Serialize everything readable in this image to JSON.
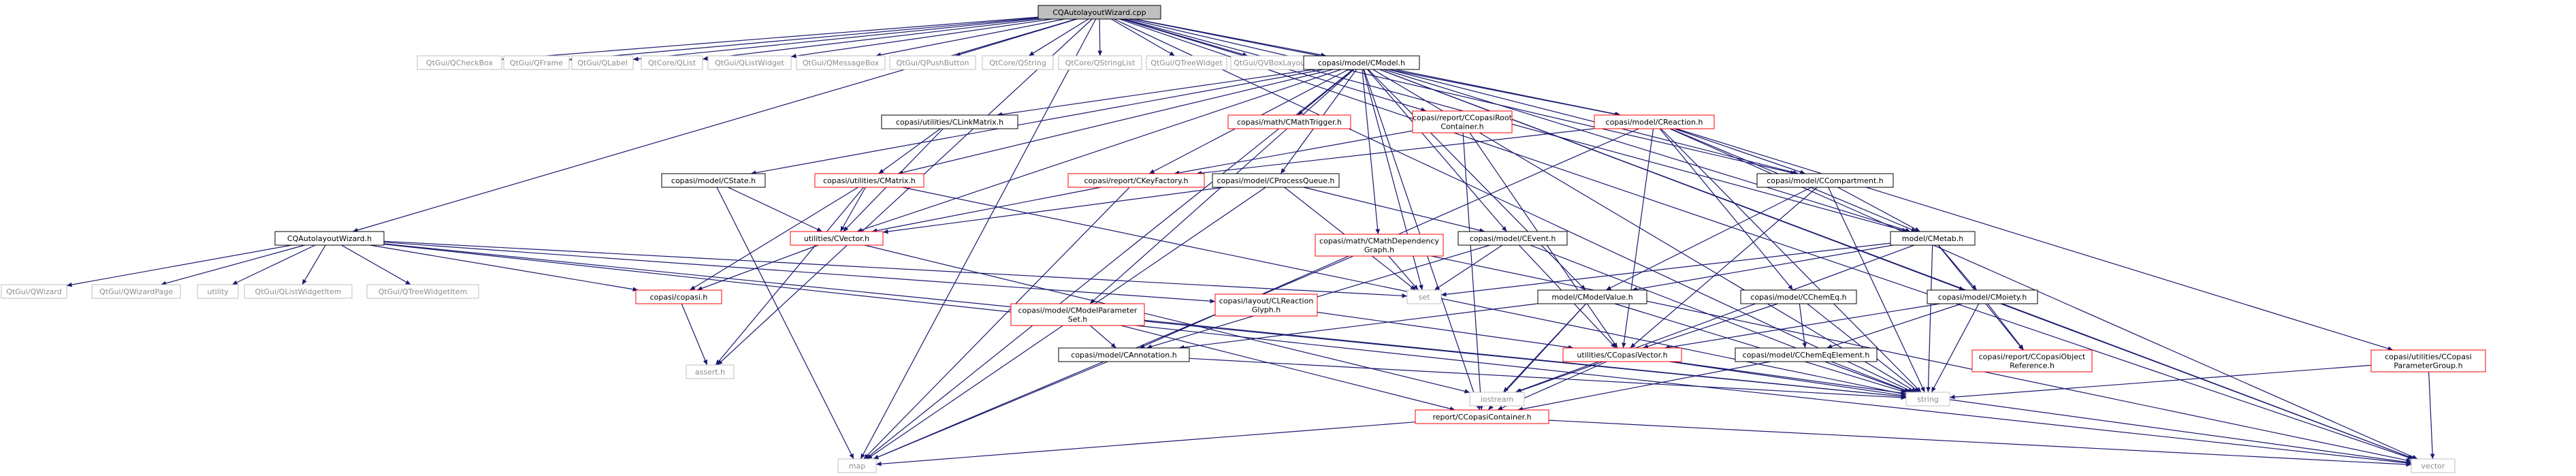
{
  "colors": {
    "edge": "#191970",
    "border_normal": "#000000",
    "border_red": "#ff0000",
    "border_gray": "#bfbfbf",
    "fill_root": "#bfbfbf",
    "fill_normal": "#ffffff",
    "text_dim": "#8c8c8c"
  },
  "graph": {
    "root": "CQAutolayoutWizard.cpp",
    "nodes": [
      {
        "id": "root",
        "label": [
          "CQAutolayoutWizard.cpp"
        ],
        "style": "root"
      },
      {
        "id": "qcheckbox",
        "label": [
          "QtGui/QCheckBox"
        ],
        "style": "gray"
      },
      {
        "id": "qframe",
        "label": [
          "QtGui/QFrame"
        ],
        "style": "gray"
      },
      {
        "id": "qlabel",
        "label": [
          "QtGui/QLabel"
        ],
        "style": "gray"
      },
      {
        "id": "qlist",
        "label": [
          "QtCore/QList"
        ],
        "style": "gray"
      },
      {
        "id": "qlistwidget",
        "label": [
          "QtGui/QListWidget"
        ],
        "style": "gray"
      },
      {
        "id": "qmessagebox",
        "label": [
          "QtGui/QMessageBox"
        ],
        "style": "gray"
      },
      {
        "id": "qpushbutton",
        "label": [
          "QtGui/QPushButton"
        ],
        "style": "gray"
      },
      {
        "id": "qstring",
        "label": [
          "QtCore/QString"
        ],
        "style": "gray"
      },
      {
        "id": "qstringlist",
        "label": [
          "QtCore/QStringList"
        ],
        "style": "gray"
      },
      {
        "id": "qtreewidget",
        "label": [
          "QtGui/QTreeWidget"
        ],
        "style": "gray"
      },
      {
        "id": "qvboxlayout",
        "label": [
          "QtGui/QVBoxLayout"
        ],
        "style": "gray"
      },
      {
        "id": "cmodel",
        "label": [
          "copasi/model/CModel.h"
        ],
        "style": "normal"
      },
      {
        "id": "rootcontainer",
        "label": [
          "copasi/report/CCopasiRoot",
          "Container.h"
        ],
        "style": "red"
      },
      {
        "id": "creaction",
        "label": [
          "copasi/model/CReaction.h"
        ],
        "style": "red"
      },
      {
        "id": "clinkmatrix",
        "label": [
          "copasi/utilities/CLinkMatrix.h"
        ],
        "style": "normal"
      },
      {
        "id": "cmathtrigger",
        "label": [
          "copasi/math/CMathTrigger.h"
        ],
        "style": "red"
      },
      {
        "id": "ckeyfactory",
        "label": [
          "copasi/report/CKeyFactory.h"
        ],
        "style": "red"
      },
      {
        "id": "cprocessqueue",
        "label": [
          "copasi/model/CProcessQueue.h"
        ],
        "style": "normal"
      },
      {
        "id": "cstate",
        "label": [
          "copasi/model/CState.h"
        ],
        "style": "normal"
      },
      {
        "id": "cmatrix",
        "label": [
          "copasi/utilities/CMatrix.h"
        ],
        "style": "red"
      },
      {
        "id": "ccompartment",
        "label": [
          "copasi/model/CCompartment.h"
        ],
        "style": "normal"
      },
      {
        "id": "cqwizardh",
        "label": [
          "CQAutolayoutWizard.h"
        ],
        "style": "normal"
      },
      {
        "id": "cvector",
        "label": [
          "utilities/CVector.h"
        ],
        "style": "red"
      },
      {
        "id": "cmathdep",
        "label": [
          "copasi/math/CMathDependency",
          "Graph.h"
        ],
        "style": "red"
      },
      {
        "id": "cevent",
        "label": [
          "copasi/model/CEvent.h"
        ],
        "style": "normal"
      },
      {
        "id": "cmetab",
        "label": [
          "model/CMetab.h"
        ],
        "style": "normal"
      },
      {
        "id": "qwizard",
        "label": [
          "QtGui/QWizard"
        ],
        "style": "gray"
      },
      {
        "id": "qwizardpage",
        "label": [
          "QtGui/QWizardPage"
        ],
        "style": "gray"
      },
      {
        "id": "utility",
        "label": [
          "utility"
        ],
        "style": "gray"
      },
      {
        "id": "qlistwidgetitem",
        "label": [
          "QtGui/QListWidgetItem"
        ],
        "style": "gray"
      },
      {
        "id": "qtreewidgetitem",
        "label": [
          "QtGui/QTreeWidgetItem"
        ],
        "style": "gray"
      },
      {
        "id": "copasih",
        "label": [
          "copasi/copasi.h"
        ],
        "style": "red"
      },
      {
        "id": "set",
        "label": [
          "set"
        ],
        "style": "gray"
      },
      {
        "id": "clreaction",
        "label": [
          "copasi/layout/CLReaction",
          "Glyph.h"
        ],
        "style": "red"
      },
      {
        "id": "cmodelparam",
        "label": [
          "copasi/model/CModelParameter",
          "Set.h"
        ],
        "style": "red"
      },
      {
        "id": "cmodelvalue",
        "label": [
          "model/CModelValue.h"
        ],
        "style": "normal"
      },
      {
        "id": "cchemeq",
        "label": [
          "copasi/model/CChemEq.h"
        ],
        "style": "normal"
      },
      {
        "id": "cmoiety",
        "label": [
          "copasi/model/CMoiety.h"
        ],
        "style": "normal"
      },
      {
        "id": "ccopasivector",
        "label": [
          "utilities/CCopasiVector.h"
        ],
        "style": "red"
      },
      {
        "id": "cannotation",
        "label": [
          "copasi/model/CAnnotation.h"
        ],
        "style": "normal"
      },
      {
        "id": "cchemeqelement",
        "label": [
          "copasi/model/CChemEqElement.h"
        ],
        "style": "normal"
      },
      {
        "id": "cobjref",
        "label": [
          "copasi/report/CCopasiObject",
          "Reference.h"
        ],
        "style": "red"
      },
      {
        "id": "cparamgroup",
        "label": [
          "copasi/utilities/CCopasi",
          "ParameterGroup.h"
        ],
        "style": "red"
      },
      {
        "id": "assert",
        "label": [
          "assert.h"
        ],
        "style": "gray"
      },
      {
        "id": "iostream",
        "label": [
          "iostream"
        ],
        "style": "gray"
      },
      {
        "id": "string",
        "label": [
          "string"
        ],
        "style": "gray"
      },
      {
        "id": "ccopasicontainer",
        "label": [
          "report/CCopasiContainer.h"
        ],
        "style": "red"
      },
      {
        "id": "map",
        "label": [
          "map"
        ],
        "style": "gray"
      },
      {
        "id": "vector",
        "label": [
          "vector"
        ],
        "style": "gray"
      }
    ],
    "edges": [
      [
        "root",
        "qcheckbox"
      ],
      [
        "root",
        "qframe"
      ],
      [
        "root",
        "qlabel"
      ],
      [
        "root",
        "qlist"
      ],
      [
        "root",
        "qlistwidget"
      ],
      [
        "root",
        "qmessagebox"
      ],
      [
        "root",
        "qpushbutton"
      ],
      [
        "root",
        "qstring"
      ],
      [
        "root",
        "qstringlist"
      ],
      [
        "root",
        "qtreewidget"
      ],
      [
        "root",
        "qvboxlayout"
      ],
      [
        "root",
        "cmodel"
      ],
      [
        "root",
        "cqwizardh"
      ],
      [
        "root",
        "rootcontainer"
      ],
      [
        "root",
        "creaction"
      ],
      [
        "root",
        "ccompartment"
      ],
      [
        "root",
        "cmetab"
      ],
      [
        "root",
        "assert"
      ],
      [
        "root",
        "map"
      ],
      [
        "root",
        "string"
      ],
      [
        "root",
        "vector"
      ],
      [
        "cqwizardh",
        "qwizard"
      ],
      [
        "cqwizardh",
        "qwizardpage"
      ],
      [
        "cqwizardh",
        "utility"
      ],
      [
        "cqwizardh",
        "qlistwidgetitem"
      ],
      [
        "cqwizardh",
        "qtreewidgetitem"
      ],
      [
        "cqwizardh",
        "copasih"
      ],
      [
        "cqwizardh",
        "set"
      ],
      [
        "cqwizardh",
        "clreaction"
      ],
      [
        "cqwizardh",
        "string"
      ],
      [
        "cqwizardh",
        "vector"
      ],
      [
        "cmodel",
        "clinkmatrix"
      ],
      [
        "cmodel",
        "cmathtrigger"
      ],
      [
        "cmodel",
        "ckeyfactory"
      ],
      [
        "cmodel",
        "cprocessqueue"
      ],
      [
        "cmodel",
        "cstate"
      ],
      [
        "cmodel",
        "cmatrix"
      ],
      [
        "cmodel",
        "ccompartment"
      ],
      [
        "cmodel",
        "cvector"
      ],
      [
        "cmodel",
        "cmathdep"
      ],
      [
        "cmodel",
        "cevent"
      ],
      [
        "cmodel",
        "cmetab"
      ],
      [
        "cmodel",
        "cmodelparam"
      ],
      [
        "cmodel",
        "cmodelvalue"
      ],
      [
        "cmodel",
        "cmoiety"
      ],
      [
        "cmodel",
        "creaction"
      ],
      [
        "cmodel",
        "set"
      ],
      [
        "cmodel",
        "map"
      ],
      [
        "cmodel",
        "string"
      ],
      [
        "cmodel",
        "vector"
      ],
      [
        "cmodel",
        "ccopasicontainer"
      ],
      [
        "rootcontainer",
        "ckeyfactory"
      ],
      [
        "rootcontainer",
        "ccopasivector"
      ],
      [
        "rootcontainer",
        "ccopasicontainer"
      ],
      [
        "creaction",
        "ckeyfactory"
      ],
      [
        "creaction",
        "ccompartment"
      ],
      [
        "creaction",
        "cmetab"
      ],
      [
        "creaction",
        "cchemeq"
      ],
      [
        "creaction",
        "cparamgroup"
      ],
      [
        "creaction",
        "ccopasivector"
      ],
      [
        "creaction",
        "cannotation"
      ],
      [
        "creaction",
        "string"
      ],
      [
        "creaction",
        "vector"
      ],
      [
        "clinkmatrix",
        "cmatrix"
      ],
      [
        "clinkmatrix",
        "cvector"
      ],
      [
        "ckeyfactory",
        "cvector"
      ],
      [
        "ckeyfactory",
        "map"
      ],
      [
        "cprocessqueue",
        "cvector"
      ],
      [
        "cprocessqueue",
        "set"
      ],
      [
        "cprocessqueue",
        "map"
      ],
      [
        "cprocessqueue",
        "cevent"
      ],
      [
        "cstate",
        "cvector"
      ],
      [
        "cstate",
        "map"
      ],
      [
        "cmatrix",
        "cvector"
      ],
      [
        "cmatrix",
        "copasih"
      ],
      [
        "cmatrix",
        "assert"
      ],
      [
        "cmatrix",
        "string"
      ],
      [
        "cvector",
        "copasih"
      ],
      [
        "cvector",
        "iostream"
      ],
      [
        "copasih",
        "assert"
      ],
      [
        "ccompartment",
        "cmetab"
      ],
      [
        "ccompartment",
        "cmodelvalue"
      ],
      [
        "ccompartment",
        "ccopasivector"
      ],
      [
        "ccompartment",
        "string"
      ],
      [
        "cmathdep",
        "set"
      ],
      [
        "cmathdep",
        "map"
      ],
      [
        "cmathdep",
        "vector"
      ],
      [
        "cevent",
        "set"
      ],
      [
        "cevent",
        "ccopasivector"
      ],
      [
        "cevent",
        "cannotation"
      ],
      [
        "cevent",
        "string"
      ],
      [
        "cmetab",
        "cmoiety"
      ],
      [
        "cmetab",
        "cobjref"
      ],
      [
        "cmetab",
        "cmodelvalue"
      ],
      [
        "cmetab",
        "set"
      ],
      [
        "cmetab",
        "string"
      ],
      [
        "cmetab",
        "iostream"
      ],
      [
        "cmodelparam",
        "cannotation"
      ],
      [
        "cmodelparam",
        "ccopasicontainer"
      ],
      [
        "cmodelparam",
        "string"
      ],
      [
        "cmodelvalue",
        "cannotation"
      ],
      [
        "cmodelvalue",
        "ccopasicontainer"
      ],
      [
        "cmodelvalue",
        "iostream"
      ],
      [
        "cmodelvalue",
        "string"
      ],
      [
        "cchemeq",
        "cchemeqelement"
      ],
      [
        "cchemeq",
        "ccopasivector"
      ],
      [
        "cchemeq",
        "string"
      ],
      [
        "cmoiety",
        "cchemeqelement"
      ],
      [
        "cmoiety",
        "cobjref"
      ],
      [
        "cmoiety",
        "ccopasivector"
      ],
      [
        "cmoiety",
        "string"
      ],
      [
        "cmoiety",
        "vector"
      ],
      [
        "ccopasivector",
        "ccopasicontainer"
      ],
      [
        "ccopasivector",
        "iostream"
      ],
      [
        "ccopasivector",
        "string"
      ],
      [
        "ccopasivector",
        "vector"
      ],
      [
        "cannotation",
        "map"
      ],
      [
        "cannotation",
        "string"
      ],
      [
        "cchemeqelement",
        "ccopasicontainer"
      ],
      [
        "cchemeqelement",
        "string"
      ],
      [
        "cparamgroup",
        "string"
      ],
      [
        "cparamgroup",
        "vector"
      ],
      [
        "clreaction",
        "ccopasivector"
      ],
      [
        "ccopasicontainer",
        "map"
      ],
      [
        "ccopasicontainer",
        "vector"
      ]
    ]
  }
}
